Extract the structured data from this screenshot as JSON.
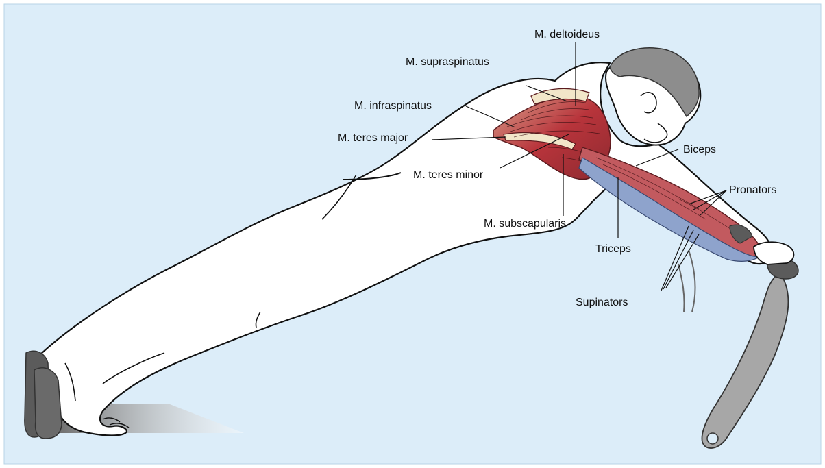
{
  "colors": {
    "background": "#dcedf9",
    "body_fill": "#ffffff",
    "outline": "#111111",
    "muscle_red": "#b8343b",
    "muscle_blue": "#8ea3cc",
    "hair": "#8d8d8d",
    "grip": "#5b5b5b",
    "handle": "#a7a7a7"
  },
  "labels": {
    "deltoideus": "M. deltoideus",
    "supraspinatus": "M. supraspinatus",
    "infraspinatus": "M. infraspinatus",
    "teres_major": "M. teres major",
    "teres_minor": "M. teres minor",
    "subscapularis": "M. subscapularis",
    "biceps": "Biceps",
    "pronators": "Pronators",
    "triceps": "Triceps",
    "supinators": "Supinators"
  }
}
